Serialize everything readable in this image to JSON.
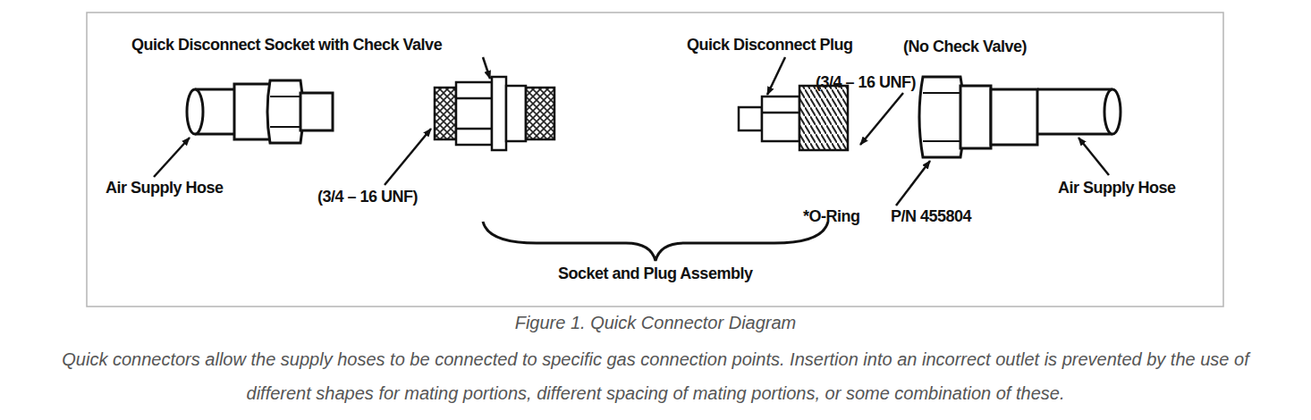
{
  "diagram": {
    "title": "Figure 1. Quick Connector Diagram",
    "caption": "Quick connectors allow the supply hoses to be connected to specific gas connection points. Insertion into an incorrect outlet is prevented by the use of different shapes for mating portions, different spacing of mating portions, or some combination of these.",
    "labels": [
      "Quick Disconnect Socket with Check Valve",
      "Air Supply Hose",
      "(3/4 – 16 UNF)",
      "Socket and Plug Assembly",
      "Quick Disconnect Plug",
      "(No Check Valve)",
      "(3/4 – 16 UNF)",
      "*O-Ring",
      "P/N 455804",
      "Air Supply Hose"
    ]
  }
}
